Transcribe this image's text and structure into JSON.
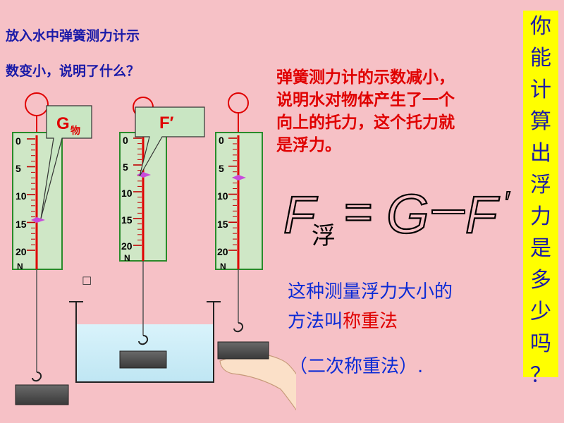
{
  "question_lines": [
    "放入水中弹簧测力计示",
    "数变小，说明了什么？"
  ],
  "explanation_lines": [
    "弹簧测力计的示数减小，",
    "说明水对物体产生了一个",
    "向上的托力，这个托力就",
    "是浮力。"
  ],
  "formula": {
    "lhs_main": "F",
    "lhs_sub": "浮",
    "eq": "=",
    "rhs1": "G",
    "rhs2": "F",
    "prime": "′"
  },
  "method_lines": {
    "line1": "这种测量浮力大小的",
    "line2_a": "方法叫",
    "line2_b": "称重法",
    "line3": "（二次称重法）."
  },
  "side_question_chars": [
    "你",
    "能",
    "计",
    "算",
    "出",
    "浮",
    "力",
    "是",
    "多",
    "少",
    "吗",
    "？"
  ],
  "callouts": {
    "g": {
      "main": "G",
      "sub": "物"
    },
    "f": {
      "main": "F′"
    }
  },
  "scale_labels": [
    "0",
    "5",
    "10",
    "15",
    "20",
    "N"
  ],
  "stray_box": "□",
  "colors": {
    "background": "#f6c1c6",
    "scale_face": "#cfe7c6",
    "scale_border": "#2a8a2a",
    "red": "#e00000",
    "blue": "#0b2bd6",
    "yellow": "#ffff00",
    "callout_bg": "#c9e6c3"
  }
}
